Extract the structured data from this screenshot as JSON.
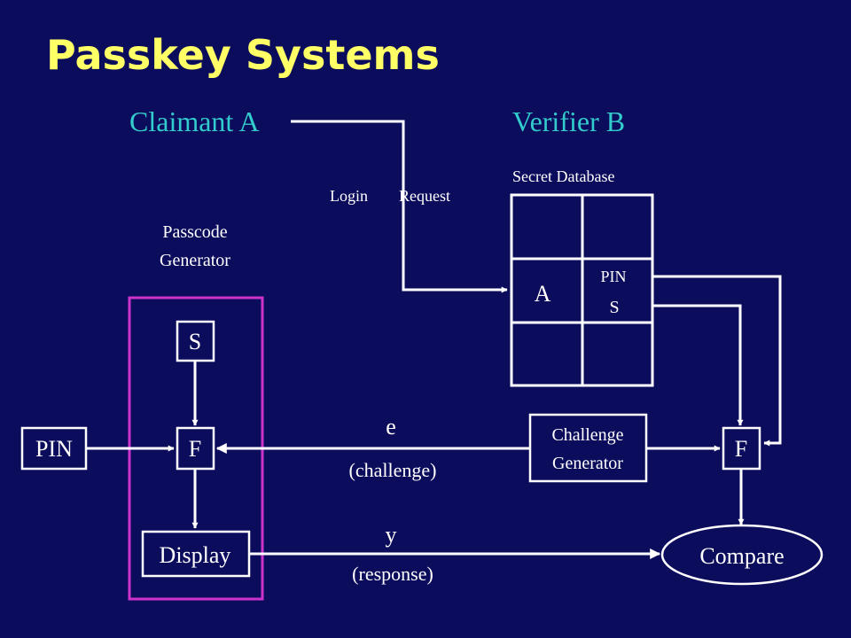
{
  "slide": {
    "title": "Passkey Systems",
    "claimant_label": "Claimant A",
    "verifier_label": "Verifier B",
    "login_label": "Login",
    "request_label": "Request",
    "secret_db_label": "Secret Database",
    "passcode_generator_line1": "Passcode",
    "passcode_generator_line2": "Generator",
    "db_cell_a": "A",
    "db_cell_pin": "PIN",
    "db_cell_s": "S",
    "token_s": "S",
    "token_f": "F",
    "token_display": "Display",
    "pin_input": "PIN",
    "e_label": "e",
    "challenge_label": "(challenge)",
    "y_label": "y",
    "response_label": "(response)",
    "challenge_gen_line1": "Challenge",
    "challenge_gen_line2": "Generator",
    "verifier_f": "F",
    "compare_label": "Compare"
  },
  "colors": {
    "background": "#0c0c5c",
    "title": "#ffff66",
    "party_labels": "#33cccc",
    "lines": "#ffffff",
    "generator_frame": "#cc33cc"
  }
}
